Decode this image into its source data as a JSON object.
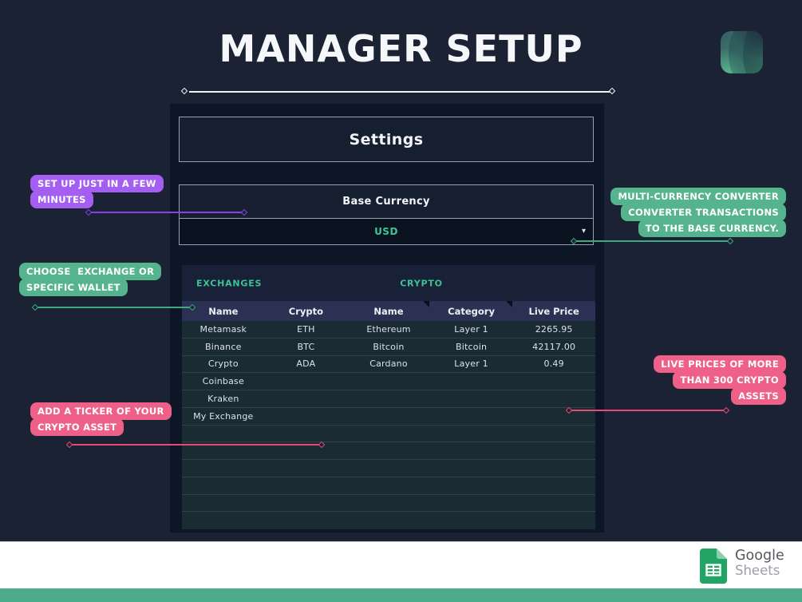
{
  "title": "MANAGER SETUP",
  "panel": {
    "settings_title": "Settings",
    "base_currency": {
      "label": "Base Currency",
      "value": "USD"
    }
  },
  "table": {
    "sections": {
      "left": "EXCHANGES",
      "right": "CRYPTO"
    },
    "columns": [
      "Name",
      "Crypto",
      "Name",
      "Category",
      "Live Price"
    ],
    "rows": [
      [
        "Metamask",
        "ETH",
        "Ethereum",
        "Layer 1",
        "2265.95"
      ],
      [
        "Binance",
        "BTC",
        "Bitcoin",
        "Bitcoin",
        "42117.00"
      ],
      [
        "Crypto",
        "ADA",
        "Cardano",
        "Layer 1",
        "0.49"
      ],
      [
        "Coinbase",
        "",
        "",
        "",
        ""
      ],
      [
        "Kraken",
        "",
        "",
        "",
        ""
      ],
      [
        "My Exchange",
        "",
        "",
        "",
        ""
      ],
      [
        "",
        "",
        "",
        "",
        ""
      ],
      [
        "",
        "",
        "",
        "",
        ""
      ],
      [
        "",
        "",
        "",
        "",
        ""
      ],
      [
        "",
        "",
        "",
        "",
        ""
      ],
      [
        "",
        "",
        "",
        "",
        ""
      ],
      [
        "",
        "",
        "",
        "",
        ""
      ]
    ]
  },
  "callouts": {
    "setup": {
      "lines": [
        "SET UP JUST IN A FEW",
        "MINUTES"
      ],
      "color": "#a55ef2"
    },
    "choose": {
      "lines": [
        "CHOOSE  EXCHANGE OR",
        "SPECIFIC WALLET"
      ],
      "color": "#55b38e"
    },
    "ticker": {
      "lines": [
        "ADD A TICKER OF YOUR",
        "CRYPTO ASSET"
      ],
      "color": "#ee6087"
    },
    "converter": {
      "lines": [
        "MULTI-CURRENCY CONVERTER",
        "CONVERTER TRANSACTIONS",
        "TO THE BASE CURRENCY."
      ],
      "color": "#55b38e"
    },
    "prices": {
      "lines": [
        "LIVE PRICES OF MORE",
        "THAN 300 CRYPTO",
        "ASSETS"
      ],
      "color": "#ee6087"
    }
  },
  "footer": {
    "brand_primary": "Google",
    "brand_secondary": "Sheets"
  },
  "icons": {
    "dropdown_arrow": "▾",
    "sheets_icon": "google-sheets-logo",
    "brand_logo": "teal-wave-logo"
  },
  "colors": {
    "background": "#1a2233",
    "panel": "#0d1626",
    "accent_teal": "#3dc492",
    "accent_purple": "#a55ef2",
    "accent_pink": "#ee6087",
    "header_row": "#2b3153",
    "footer_strip": "#4bab8a",
    "sheets_green": "#21a464"
  }
}
